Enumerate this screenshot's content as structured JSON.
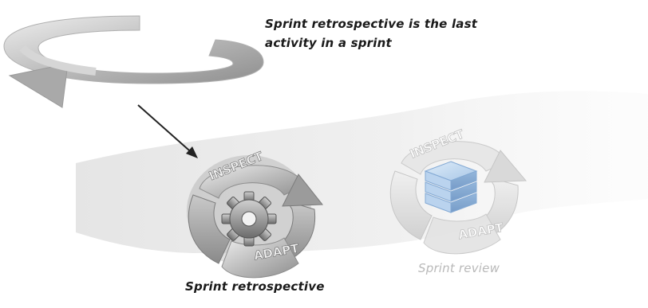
{
  "callout": {
    "line1": "Sprint retrospective is the last",
    "line2": "activity in a sprint"
  },
  "retrospective": {
    "top_label": "INSPECT",
    "bottom_label": "ADAPT",
    "caption": "Sprint retrospective",
    "icon": "gear-icon"
  },
  "review": {
    "top_label": "INSPECT",
    "bottom_label": "ADAPT",
    "caption": "Sprint review",
    "icon": "cube-stack-icon"
  },
  "colors": {
    "ring_dark": "#8f8f8f",
    "ring_light": "#d4d4d4",
    "review_ring": "#dddddd",
    "cube": "#a9c9ea",
    "text": "#1a1a1a"
  }
}
